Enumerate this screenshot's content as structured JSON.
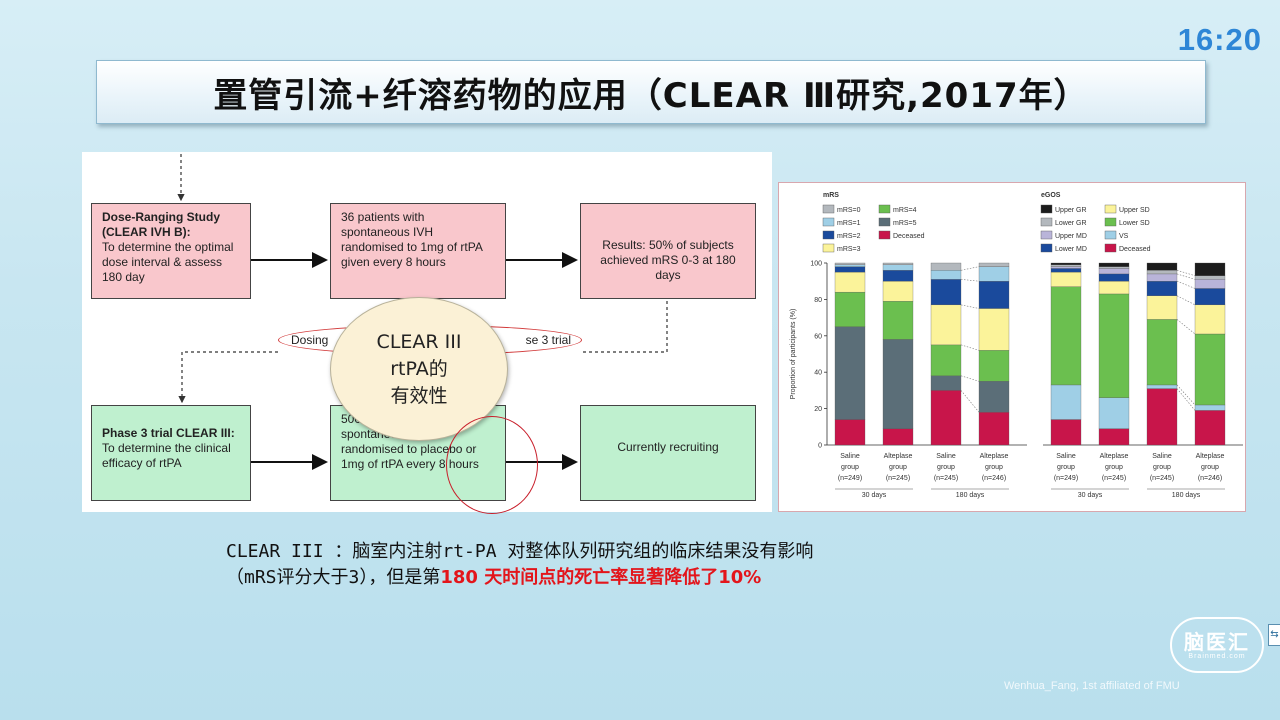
{
  "clock": "16:20",
  "slide_title": "置管引流+纤溶药物的应用（CLEAR Ⅲ研究,2017年）",
  "flowchart": {
    "box1": {
      "title": "Dose-Ranging Study (CLEAR IVH B):",
      "body": "To determine the optimal dose interval & assess 180 day"
    },
    "box2": {
      "body": "36 patients with spontaneous IVH randomised to 1mg of rtPA given every 8 hours"
    },
    "box3": {
      "body": "Results: 50% of subjects achieved mRS 0-3 at 180 days"
    },
    "ellipse_left": "Dosing",
    "ellipse_right": "se 3 trial",
    "box4": {
      "title": "Phase 3 trial CLEAR III:",
      "body": "To determine the clinical efficacy of rtPA"
    },
    "box5": {
      "body": "500 patients with spontaneous IVH randomised to placebo or 1mg of rtPA every 8 hours"
    },
    "box6": {
      "body": "Currently recruiting"
    },
    "callout_line1": "CLEAR III",
    "callout_line2": "rtPA的",
    "callout_line3": "有效性",
    "colors": {
      "pink": "#f9c7cc",
      "green": "#bff0cf",
      "callout": "#fbf1d6",
      "red_circle": "#c81e2a"
    }
  },
  "chart_data": [
    {
      "type": "bar",
      "stacked": true,
      "title": "mRS",
      "ylabel": "Proportion of participants (%)",
      "ylim": [
        0,
        100
      ],
      "yticks": [
        0,
        20,
        40,
        60,
        80,
        100
      ],
      "categories": [
        "Saline group (n=249)",
        "Alteplase group (n=245)",
        "Saline group (n=245)",
        "Alteplase group (n=246)"
      ],
      "category_lines": [
        [
          "Saline",
          "group",
          "(n=249)"
        ],
        [
          "Alteplase",
          "group",
          "(n=245)"
        ],
        [
          "Saline",
          "group",
          "(n=245)"
        ],
        [
          "Alteplase",
          "group",
          "(n=246)"
        ]
      ],
      "groups": [
        {
          "label": "30 days",
          "categories": [
            0,
            1
          ]
        },
        {
          "label": "180 days",
          "categories": [
            2,
            3
          ]
        }
      ],
      "legend": [
        "mRS=0",
        "mRS=4",
        "mRS=1",
        "mRS=5",
        "mRS=2",
        "Deceased",
        "mRS=3"
      ],
      "series": [
        {
          "name": "Deceased",
          "color": "#c8154a",
          "values": [
            14,
            9,
            30,
            18
          ]
        },
        {
          "name": "mRS=5",
          "color": "#5b6e78",
          "values": [
            51,
            49,
            8,
            17
          ]
        },
        {
          "name": "mRS=4",
          "color": "#6bbf4f",
          "values": [
            19,
            21,
            17,
            17
          ]
        },
        {
          "name": "mRS=3",
          "color": "#fbf39a",
          "values": [
            11,
            11,
            22,
            23
          ]
        },
        {
          "name": "mRS=2",
          "color": "#1a4a9c",
          "values": [
            3,
            6,
            14,
            15
          ]
        },
        {
          "name": "mRS=1",
          "color": "#9fcfe6",
          "values": [
            1,
            3,
            5,
            8
          ]
        },
        {
          "name": "mRS=0",
          "color": "#b3b8bd",
          "values": [
            1,
            1,
            4,
            2
          ]
        }
      ]
    },
    {
      "type": "bar",
      "stacked": true,
      "title": "eGOS",
      "ylim": [
        0,
        100
      ],
      "categories": [
        "Saline group (n=249)",
        "Alteplase group (n=245)",
        "Saline group (n=245)",
        "Alteplase group (n=246)"
      ],
      "category_lines": [
        [
          "Saline",
          "group",
          "(n=249)"
        ],
        [
          "Alteplase",
          "group",
          "(n=245)"
        ],
        [
          "Saline",
          "group",
          "(n=245)"
        ],
        [
          "Alteplase",
          "group",
          "(n=246)"
        ]
      ],
      "groups": [
        {
          "label": "30 days",
          "categories": [
            0,
            1
          ]
        },
        {
          "label": "180 days",
          "categories": [
            2,
            3
          ]
        }
      ],
      "legend": [
        "Upper GR",
        "Upper SD",
        "Lower GR",
        "Lower SD",
        "Upper MD",
        "VS",
        "Lower MD",
        "Deceased"
      ],
      "series": [
        {
          "name": "Deceased",
          "color": "#c8154a",
          "values": [
            14,
            9,
            31,
            19
          ]
        },
        {
          "name": "VS",
          "color": "#9fcfe6",
          "values": [
            19,
            17,
            2,
            3
          ]
        },
        {
          "name": "Lower SD",
          "color": "#6bbf4f",
          "values": [
            54,
            57,
            36,
            39
          ]
        },
        {
          "name": "Upper SD",
          "color": "#fbf39a",
          "values": [
            8,
            7,
            13,
            16
          ]
        },
        {
          "name": "Lower MD",
          "color": "#1a4a9c",
          "values": [
            2,
            4,
            8,
            9
          ]
        },
        {
          "name": "Upper MD",
          "color": "#b9b4d9",
          "values": [
            1,
            3,
            4,
            5
          ]
        },
        {
          "name": "Lower GR",
          "color": "#b3b8bd",
          "values": [
            1,
            1,
            2,
            2
          ]
        },
        {
          "name": "Upper GR",
          "color": "#1c1c1c",
          "values": [
            1,
            2,
            4,
            7
          ]
        }
      ]
    }
  ],
  "caption": {
    "line1": "CLEAR III ：脑室内注射rt-PA 对整体队列研究组的临床结果没有影响",
    "line2_prefix": "（mRS评分大于3），但是第",
    "line2_highlight": "180 天时间点的死亡率显著降低了10%"
  },
  "logo": {
    "text": "脑医汇",
    "sub": "Brainmed.com"
  },
  "watermark": "Wenhua_Fang, 1st affiliated of FMU"
}
